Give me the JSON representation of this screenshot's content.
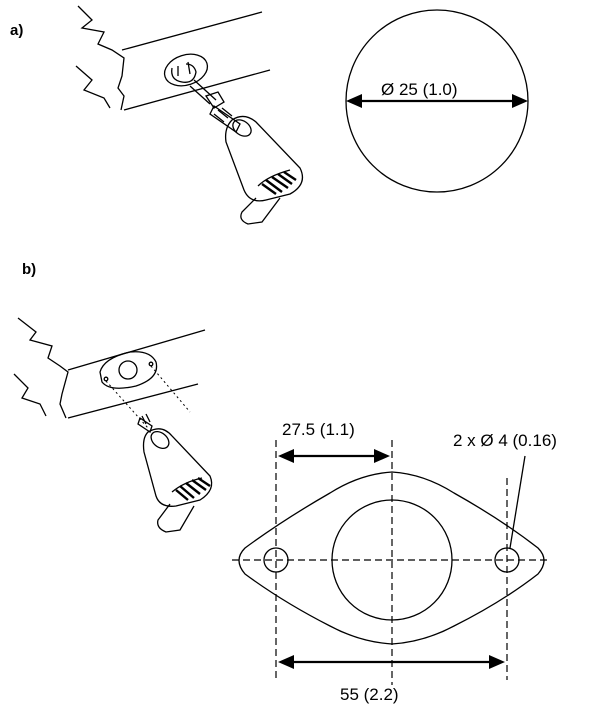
{
  "step_a": {
    "label": "a)",
    "hole_dimension": "Ø 25 (1.0)"
  },
  "step_b": {
    "label": "b)",
    "half_spacing_dimension": "27.5 (1.1)",
    "mounting_holes_dimension": "2 x Ø 4 (0.16)",
    "hole_spacing_dimension": "55 (2.2)"
  },
  "colors": {
    "line": "#000000",
    "background": "#ffffff",
    "drill_hatch": "#000000"
  },
  "icons": [
    "drill-icon",
    "panel-icon",
    "gasket-icon",
    "hole-saw-icon"
  ]
}
